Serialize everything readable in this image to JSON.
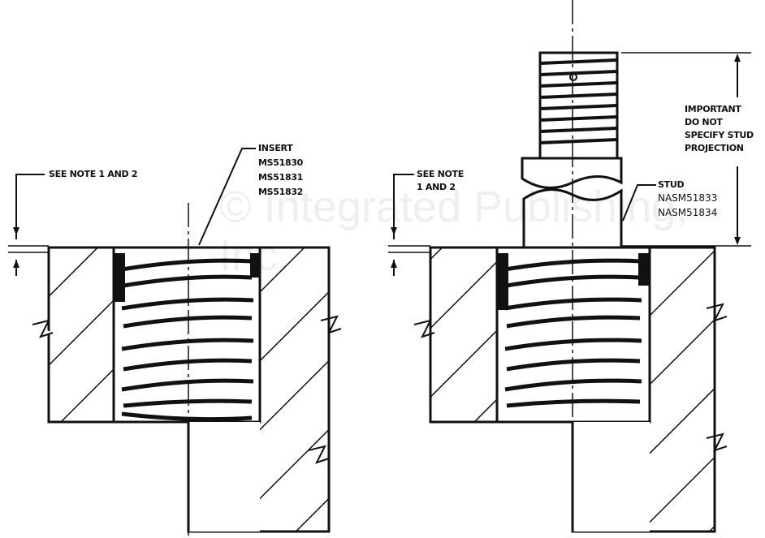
{
  "left_figure": {
    "note_label": "SEE NOTE 1 AND 2",
    "insert_label": "INSERT",
    "insert_parts": [
      "MS51830",
      "MS51831",
      "MS51832"
    ]
  },
  "right_figure": {
    "note_label_line1": "SEE NOTE",
    "note_label_line2": "1 AND 2",
    "stud_label": "STUD",
    "stud_parts": [
      "NASM51833",
      "NASM51834"
    ],
    "important_note": [
      "IMPORTANT",
      "DO NOT",
      "SPECIFY STUD",
      "PROJECTION"
    ]
  },
  "watermark": "© Integrated Publishing, Inc."
}
